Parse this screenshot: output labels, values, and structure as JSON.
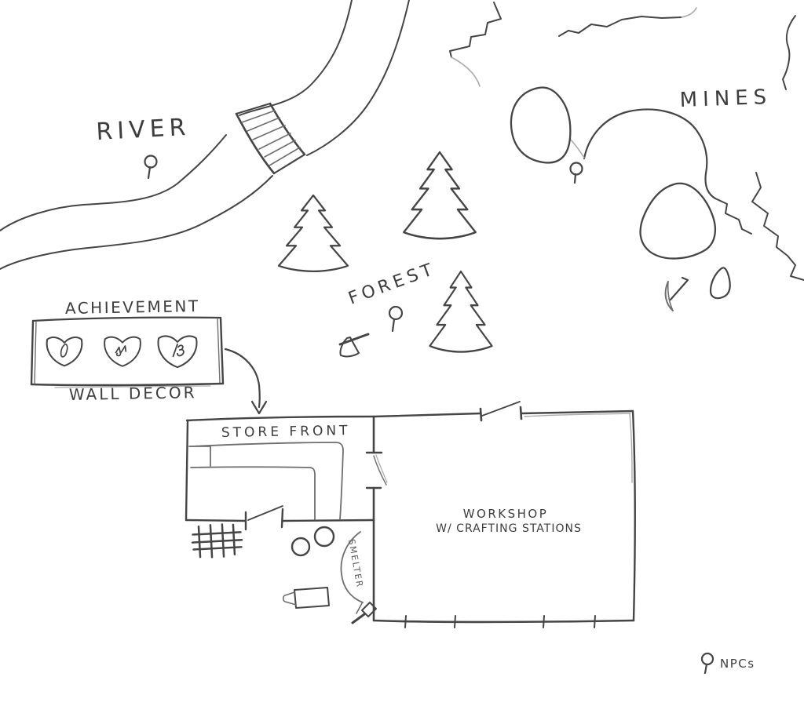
{
  "colors": {
    "background": "#ffffff",
    "ink": "#3f3f3f",
    "ink_light": "#ababab"
  },
  "regions": {
    "river": {
      "label": "RIVER",
      "npc_count": 1,
      "features": [
        "river-banks",
        "plank-bridge"
      ]
    },
    "mines": {
      "label": "MINES",
      "npc_count": 1,
      "features": [
        "cave-mouth",
        "boulder",
        "boulder",
        "pebble",
        "pickaxe-icon"
      ]
    },
    "forest": {
      "label": "FOREST",
      "npc_count": 1,
      "tree_count": 3,
      "features": [
        "pine-tree-icon",
        "axe-icon"
      ]
    }
  },
  "achievement_wall": {
    "title": "ACHIEVEMENT",
    "caption": "WALL DECOR",
    "badges": [
      "shield-badge-1-icon",
      "shield-badge-2-icon",
      "shield-badge-3-icon"
    ],
    "points_to": "store front"
  },
  "buildings": {
    "store_front": {
      "label": "STORE FRONT",
      "features": [
        "l-shaped-counter",
        "door",
        "grid-crate",
        "barrel",
        "barrel",
        "bottle"
      ]
    },
    "workshop": {
      "label_line1": "WORKSHOP",
      "label_line2": "W/ CRAFTING STATIONS",
      "crafting_station_ticks": 4,
      "doors": 2
    },
    "smelter": {
      "label": "SMELTER",
      "features": [
        "hammer-icon"
      ]
    }
  },
  "legend": {
    "marker_icon": "npc-marker-icon",
    "label": "NPCs"
  }
}
